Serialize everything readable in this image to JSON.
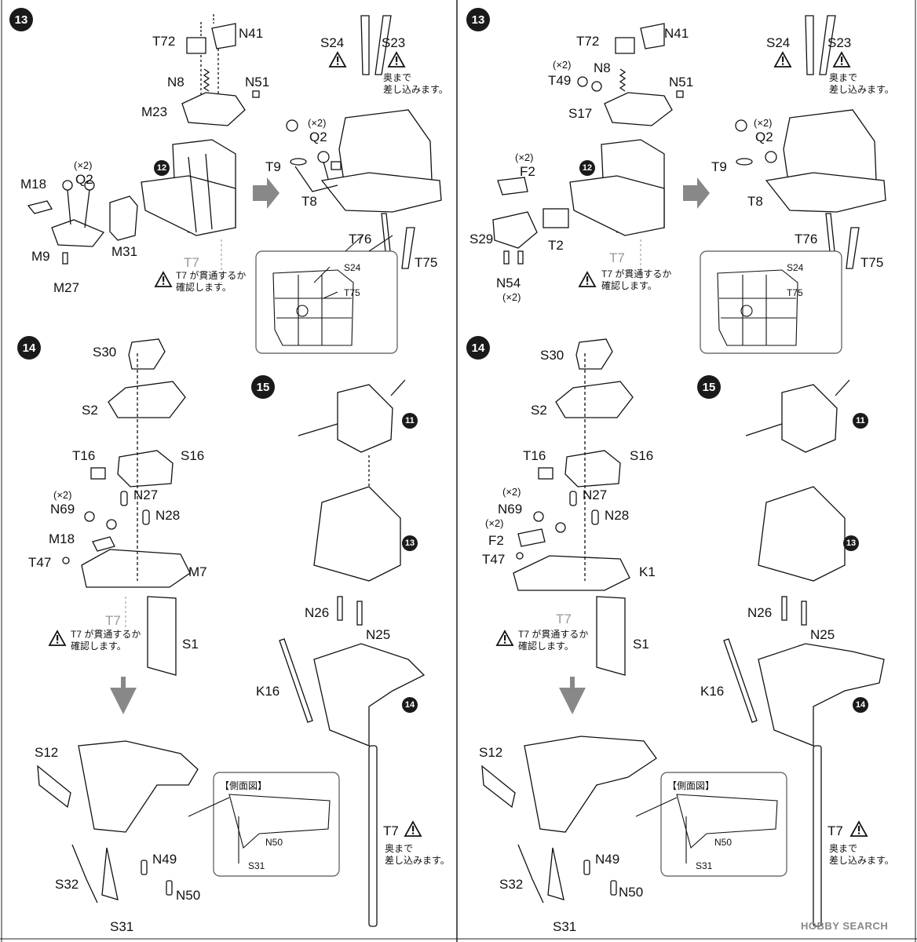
{
  "steps": {
    "s13": "13",
    "s14": "14",
    "s15": "15",
    "s11": "11",
    "s12": "12"
  },
  "left": {
    "p13": {
      "T72": "T72",
      "N41": "N41",
      "N8": "N8",
      "N51": "N51",
      "M23": "M23",
      "mult_q2": "(×2)",
      "Q2": "Q2",
      "M18": "M18",
      "M9": "M9",
      "M31": "M31",
      "M27": "M27",
      "T7": "T7",
      "warn_t7": "T7 が貫通するか\n確認します。",
      "S24": "S24",
      "S23": "S23",
      "note_s23": "奥まで\n差し込みます。",
      "mult_q2b": "(×2)",
      "Q2b": "Q2",
      "T9": "T9",
      "T8": "T8",
      "T76": "T76",
      "T75": "T75",
      "inset_S24": "S24",
      "inset_T75": "T75"
    },
    "p14": {
      "S30": "S30",
      "S2": "S2",
      "T16": "T16",
      "S16": "S16",
      "mult_n69": "(×2)",
      "N69": "N69",
      "N27": "N27",
      "N28": "N28",
      "M18": "M18",
      "T47": "T47",
      "M7": "M7",
      "T7": "T7",
      "warn_t7": "T7 が貫通するか\n確認します。",
      "S1": "S1",
      "S12": "S12",
      "N49": "N49",
      "S32": "S32",
      "N50": "N50",
      "S31": "S31",
      "side_title": "【側面図】",
      "side_N50": "N50",
      "side_S31": "S31"
    },
    "p15": {
      "N26": "N26",
      "N25": "N25",
      "K16": "K16",
      "T7": "T7",
      "note_t7": "奥まで\n差し込みます。"
    }
  },
  "right": {
    "p13": {
      "T72": "T72",
      "N41": "N41",
      "mult_t49": "(×2)",
      "T49": "T49",
      "N8": "N8",
      "N51": "N51",
      "S17": "S17",
      "mult_f2": "(×2)",
      "F2": "F2",
      "S29": "S29",
      "N54": "N54",
      "mult_n54": "(×2)",
      "T2": "T2",
      "T7": "T7",
      "warn_t7": "T7 が貫通するか\n確認します。",
      "S24": "S24",
      "S23": "S23",
      "note_s23": "奥まで\n差し込みます。",
      "mult_q2": "(×2)",
      "Q2": "Q2",
      "T9": "T9",
      "T8": "T8",
      "T76": "T76",
      "T75": "T75",
      "inset_S24": "S24",
      "inset_T75": "T75"
    },
    "p14": {
      "S30": "S30",
      "S2": "S2",
      "T16": "T16",
      "S16": "S16",
      "mult_n69": "(×2)",
      "N69": "N69",
      "N27": "N27",
      "N28": "N28",
      "mult_f2": "(×2)",
      "F2": "F2",
      "T47": "T47",
      "K1": "K1",
      "T7": "T7",
      "warn_t7": "T7 が貫通するか\n確認します。",
      "S1": "S1",
      "S12": "S12",
      "N49": "N49",
      "S32": "S32",
      "N50": "N50",
      "S31": "S31",
      "side_title": "【側面図】",
      "side_N50": "N50",
      "side_S31": "S31"
    },
    "p15": {
      "N26": "N26",
      "N25": "N25",
      "K16": "K16",
      "T7": "T7",
      "note_t7": "奥まで\n差し込みます。"
    }
  },
  "watermark": "HOBBY SEARCH"
}
